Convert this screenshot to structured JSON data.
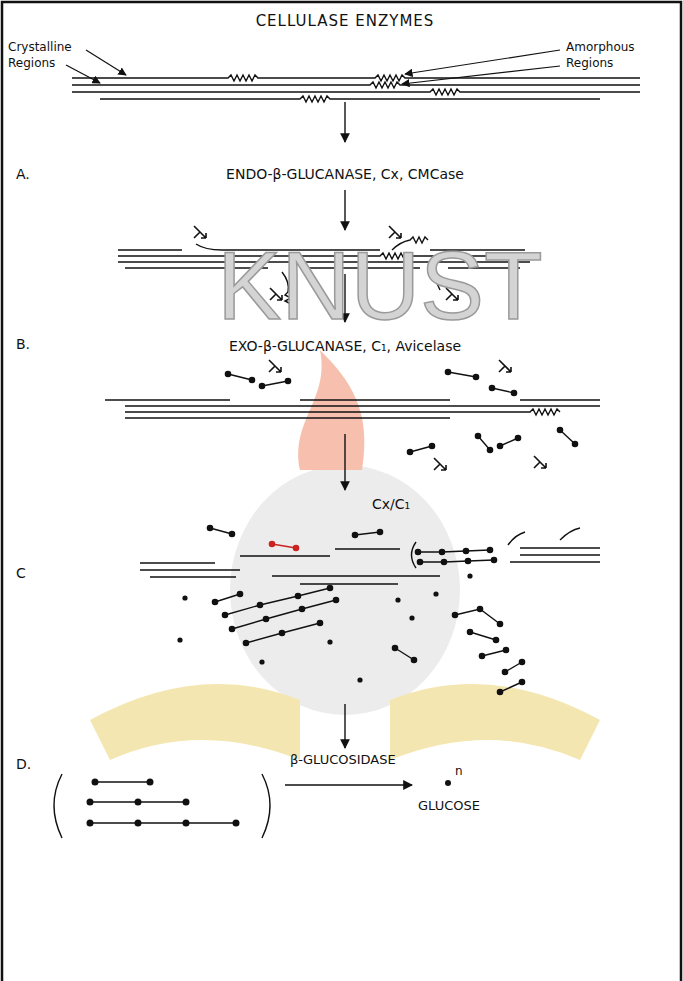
{
  "diagram": {
    "title": "CELLULASE ENZYMES",
    "labels": [
      "Crystalline Regions",
      "Amorphous Regions",
      "A.",
      "ENDO-β-GLUCANASE, Cx, CMCase",
      "B.",
      "EXO-β-GLUCANASE, C₁, Avicelase",
      "KNUST",
      "Cx/C₁",
      "C",
      "D.",
      "β-GLUCOSIDASE",
      "n",
      "GLUCOSE"
    ]
  }
}
